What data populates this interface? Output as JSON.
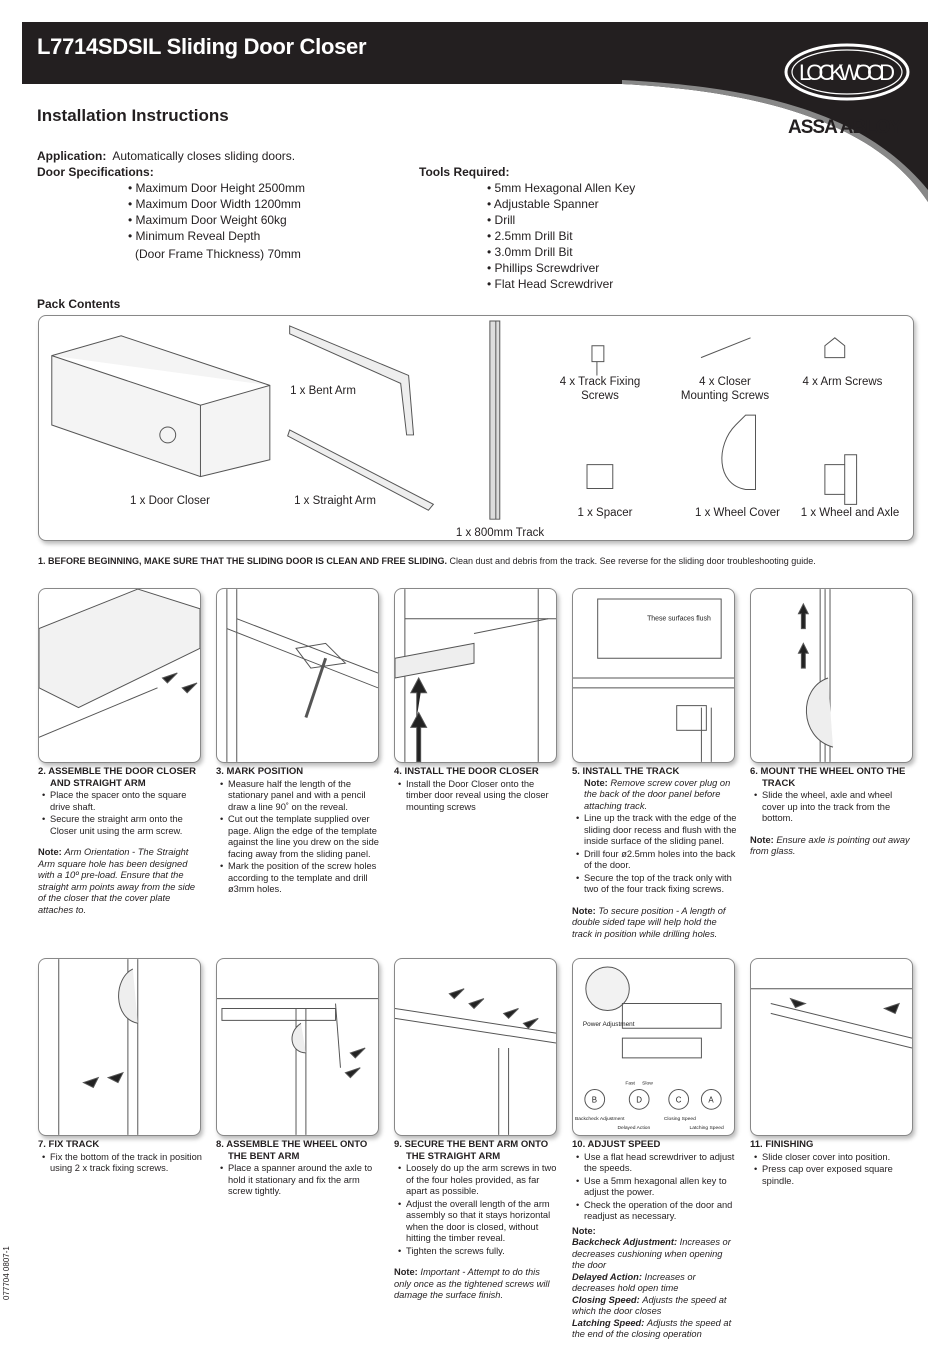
{
  "header": {
    "title": "L7714SDSIL Sliding Door Closer",
    "brand": "LOCKWOOD",
    "parent_brand": "ASSA ABLOY",
    "subtitle": "Installation Instructions",
    "band_color": "#231f20"
  },
  "application": {
    "label": "Application:",
    "value": "Automatically closes sliding doors."
  },
  "door_specs": {
    "label": "Door Specifications:",
    "items": [
      "Maximum Door Height 2500mm",
      "Maximum Door Width 1200mm",
      "Maximum Door Weight 60kg",
      "Minimum Reveal Depth"
    ],
    "extra": "(Door Frame Thickness) 70mm"
  },
  "tools": {
    "label": "Tools Required:",
    "items": [
      "5mm Hexagonal Allen Key",
      "Adjustable Spanner",
      "Drill",
      "2.5mm Drill Bit",
      "3.0mm Drill Bit",
      "Phillips Screwdriver",
      "Flat Head Screwdriver"
    ]
  },
  "pack": {
    "label": "Pack Contents",
    "items": [
      "1 x Bent Arm",
      "1 x Door Closer",
      "1 x Straight Arm",
      "1 x 800mm Track",
      "4 x Track Fixing Screws",
      "4 x Closer Mounting Screws",
      "4 x Arm Screws",
      "1 x Spacer",
      "1 x Wheel Cover",
      "1 x Wheel and Axle"
    ]
  },
  "step1": {
    "bold": "1.   BEFORE BEGINNING, MAKE SURE THAT THE SLIDING DOOR IS CLEAN AND FREE SLIDING.",
    "text": " Clean dust and debris from the track. See reverse for the sliding door troubleshooting guide."
  },
  "illustration_labels": {
    "flush": "These surfaces flush",
    "power": "Power Adjustment",
    "backcheck": "Backcheck Adjustment",
    "delayed": "Delayed Action",
    "closing": "Closing Speed",
    "latching": "Latching Speed",
    "fast": "Fast",
    "slow": "Slow",
    "letters": [
      "B",
      "D",
      "C",
      "A"
    ]
  },
  "steps": [
    {
      "title": "2. ASSEMBLE THE DOOR CLOSER AND STRAIGHT ARM",
      "bullets": [
        "Place the spacer onto the square drive shaft.",
        "Secure the straight arm onto the Closer unit using the arm screw."
      ],
      "note_label": "Note:",
      "note": "Arm Orientation - The Straight Arm square hole has been designed with a 10º pre-load. Ensure that the straight arm points away from the side of the closer that the cover plate attaches to."
    },
    {
      "title": "3. MARK POSITION",
      "bullets": [
        "Measure half the length of the stationary panel and with a pencil draw a line 90˚ on the reveal.",
        "Cut out the template supplied over page. Align the edge of the template against the line you drew on the side facing away from the sliding panel.",
        "Mark the position of the screw holes according to the template and drill ø3mm holes."
      ]
    },
    {
      "title": "4. INSTALL THE DOOR CLOSER",
      "bullets": [
        "Install the Door Closer onto the timber door reveal using the closer mounting screws"
      ]
    },
    {
      "title": "5. INSTALL THE TRACK",
      "pre_note_label": "Note:",
      "pre_note": "Remove screw cover plug on the back of the door panel before attaching track.",
      "bullets": [
        "Line up the track with the edge of the sliding door recess and flush with the inside surface of the sliding panel.",
        "Drill four ø2.5mm holes into the back of the door.",
        "Secure the top of the track only with two of the four track fixing screws."
      ],
      "note_label": "Note:",
      "note": "To secure position - A length of double sided tape will help hold the track in position while drilling holes."
    },
    {
      "title": "6. MOUNT THE WHEEL ONTO THE TRACK",
      "bullets": [
        "Slide the wheel, axle and wheel cover up into the track from the bottom."
      ],
      "note_label": "Note:",
      "note": "Ensure axle is pointing out away from glass."
    },
    {
      "title": "7. FIX TRACK",
      "bullets": [
        "Fix the bottom of the track in position using 2 x track fixing screws."
      ]
    },
    {
      "title": "8. ASSEMBLE THE WHEEL ONTO THE BENT ARM",
      "bullets": [
        "Place a spanner around the axle to hold it stationary and fix the arm screw tightly."
      ]
    },
    {
      "title": "9. SECURE THE BENT ARM ONTO THE STRAIGHT ARM",
      "bullets": [
        "Loosely do up the arm screws in two of the four holes provided, as far apart as possible.",
        "Adjust the overall length of the arm assembly so that it stays horizontal when the door is closed, without hitting the timber reveal.",
        "Tighten the screws fully."
      ],
      "note_label": "Note:",
      "note": "Important - Attempt to do this only once as the tightened screws will damage the surface finish."
    },
    {
      "title": "10.  ADJUST SPEED",
      "bullets": [
        "Use a flat head screwdriver to adjust the speeds.",
        "Use a 5mm hexagonal allen key to adjust the power.",
        "Check the operation of the door and readjust as necessary."
      ],
      "note_label": "Note:",
      "defs": [
        {
          "term": "Backcheck Adjustment:",
          "text": "Increases or decreases cushioning when opening the door"
        },
        {
          "term": "Delayed Action:",
          "text": "Increases or decreases hold open time"
        },
        {
          "term": "Closing Speed:",
          "text": "Adjusts the speed at which the door closes"
        },
        {
          "term": "Latching Speed:",
          "text": "Adjusts the speed at the end of the closing operation"
        }
      ]
    },
    {
      "title": "11.  FINISHING",
      "bullets": [
        "Slide closer cover into position.",
        "Press cap over exposed square spindle."
      ]
    }
  ],
  "doc_number": "077704 0807-1"
}
